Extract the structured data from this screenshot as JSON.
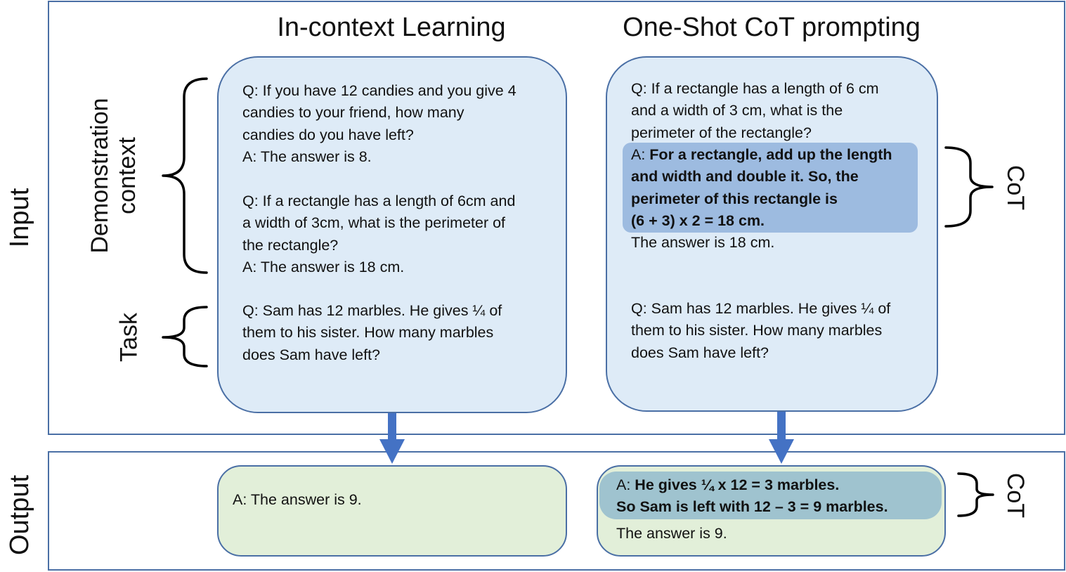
{
  "labels": {
    "input": "Input",
    "output": "Output",
    "demonstration_line1": "Demonstration",
    "demonstration_line2": "context",
    "task": "Task",
    "cot_input": "CoT",
    "cot_output": "CoT"
  },
  "headings": {
    "left": "In-context Learning",
    "right": "One-Shot CoT prompting"
  },
  "left_card": {
    "demo1": [
      "Q: If you have 12 candies and you give 4",
      "candies to your friend, how many",
      "candies do you have left?",
      "A: The answer is 8."
    ],
    "demo2": [
      "Q: If a rectangle has a length of 6cm and",
      "a width of 3cm, what is the perimeter of",
      "the rectangle?",
      "A: The answer is 18 cm."
    ],
    "task": [
      "Q: Sam has 12 marbles. He gives ¼ of",
      "them to his sister. How many marbles",
      "does Sam have left?"
    ]
  },
  "right_card": {
    "question": [
      "Q: If a rectangle has a length of 6 cm",
      "and a width of 3 cm, what is the",
      "perimeter of the rectangle?"
    ],
    "answer_prefix": "A: ",
    "cot": [
      "For a rectangle, add up the length",
      "and width and double it. So, the",
      "perimeter of this rectangle is",
      "(6 + 3) x 2 = 18 cm."
    ],
    "answer": "The answer is 18 cm.",
    "task": [
      "Q: Sam has 12 marbles. He gives ¼ of",
      "them to his sister. How many marbles",
      "does Sam have left?"
    ]
  },
  "output_left": "A: The answer is 9.",
  "output_right": {
    "answer_prefix": "A: ",
    "cot": [
      "He gives ¼ x 12 = 3 marbles.",
      "So Sam is left with 12 – 3 = 9 marbles."
    ],
    "answer": "The answer is 9."
  },
  "colors": {
    "frame_border": "#4a6fa5",
    "input_card_fill": "#deebf7",
    "output_card_fill": "#e2efd9",
    "cot_highlight_input": "#9dbbe0",
    "cot_highlight_output": "#9fc3cf",
    "arrow": "#4472c4"
  }
}
